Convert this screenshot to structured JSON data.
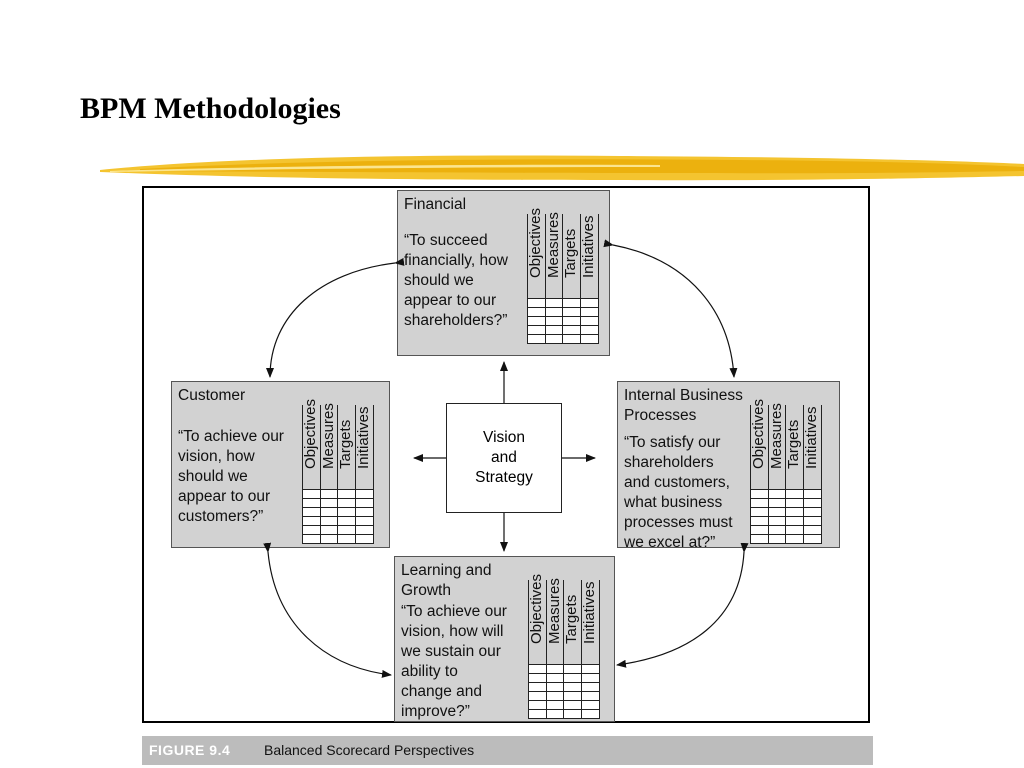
{
  "slide": {
    "title": "BPM Methodologies"
  },
  "figure": {
    "caption_label": "FIGURE 9.4",
    "caption_text": "Balanced Scorecard Perspectives",
    "center": {
      "line1": "Vision",
      "line2": "and",
      "line3": "Strategy"
    },
    "columns": [
      "Objectives",
      "Measures",
      "Targets",
      "Initiatives"
    ],
    "perspectives": {
      "financial": {
        "name": "Financial",
        "question": [
          "“To succeed",
          "financially, how",
          "should we",
          "appear to our",
          "shareholders?”"
        ]
      },
      "customer": {
        "name": "Customer",
        "question": [
          "“To achieve our",
          "vision, how",
          "should we",
          "appear to our",
          "customers?”"
        ]
      },
      "internal": {
        "name": [
          "Internal Business",
          "Processes"
        ],
        "question": [
          "“To satisfy our",
          "shareholders",
          "and customers,",
          "what business",
          "processes must",
          "we excel at?”"
        ]
      },
      "learning": {
        "name": [
          "Learning and",
          "Growth"
        ],
        "question": [
          "“To achieve our",
          "vision, how will",
          "we sustain our",
          "ability to",
          "change and",
          "improve?”"
        ]
      }
    }
  }
}
